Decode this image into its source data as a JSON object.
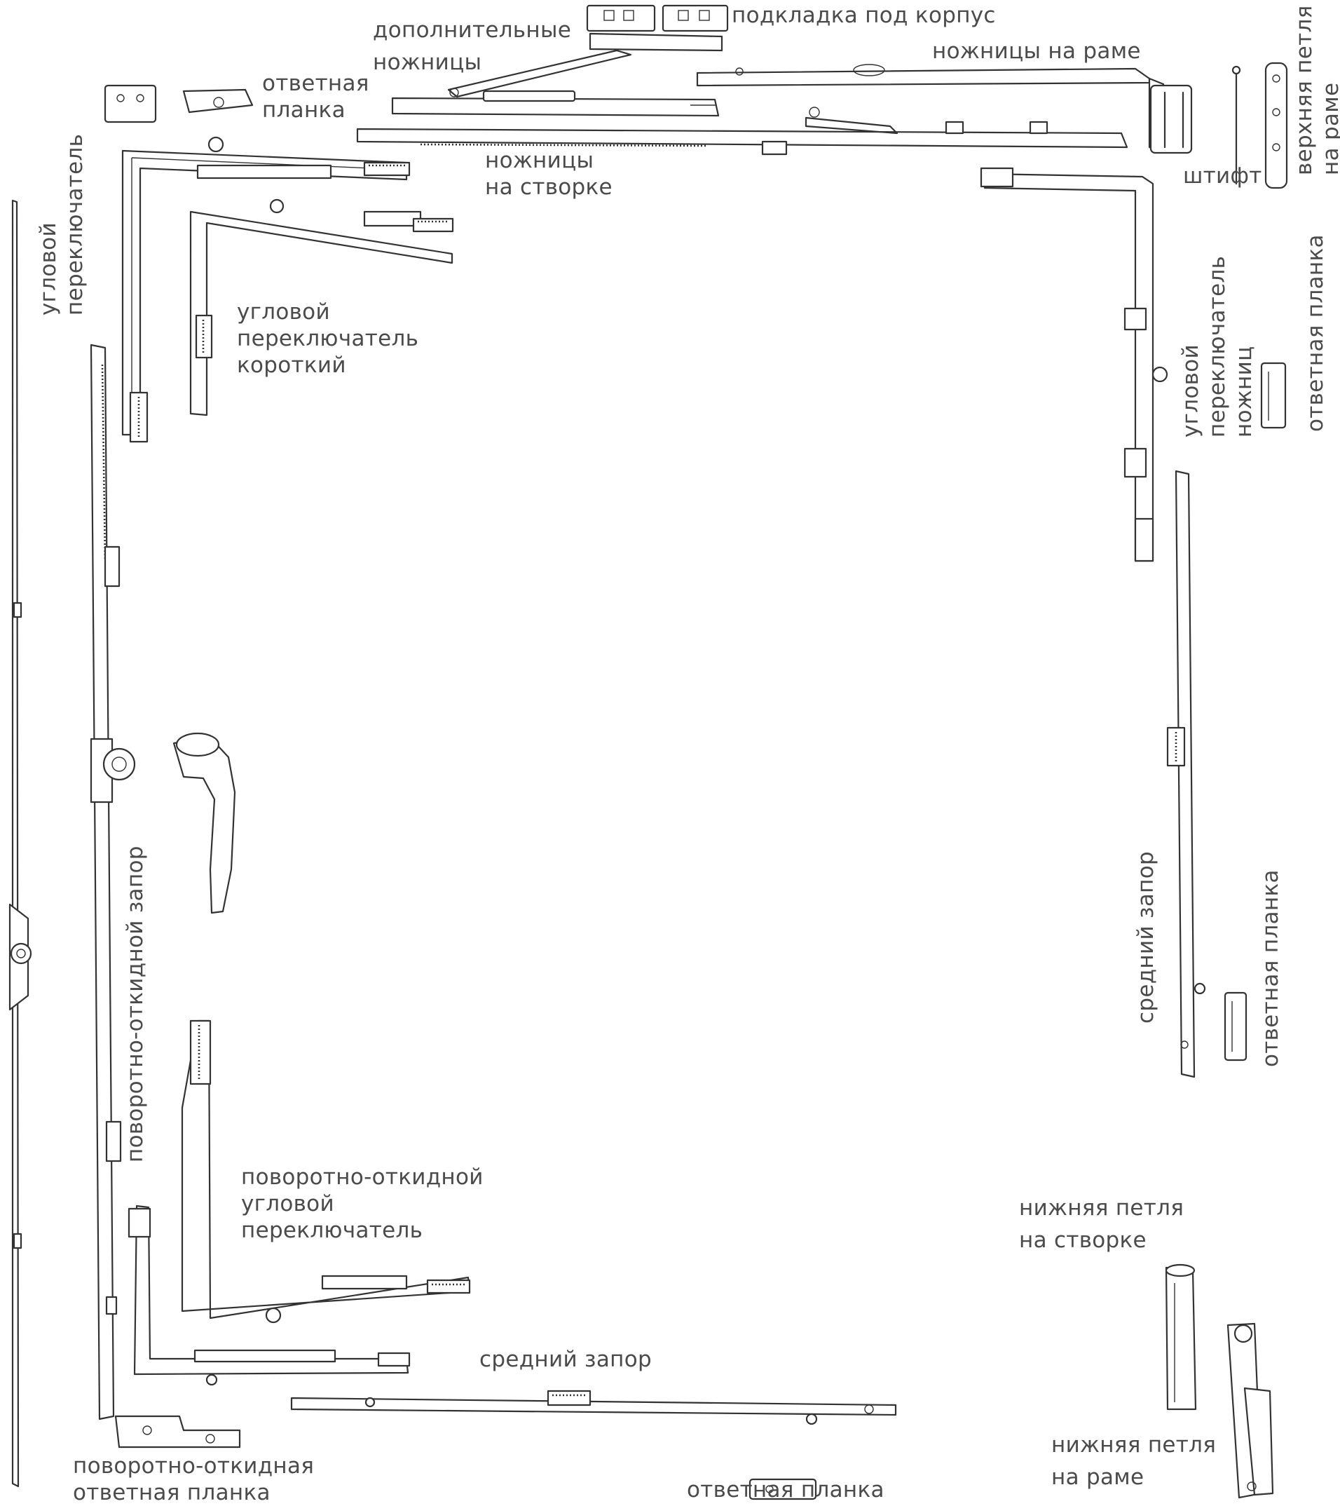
{
  "labels": {
    "podkladka": "подкладка под корпус",
    "dop_nozhnicy_1": "дополнительные",
    "dop_nozhnicy_2": "ножницы",
    "nozhnicy_rama": "ножницы на раме",
    "otvetnaya_top_1": "ответная",
    "otvetnaya_top_2": "планка",
    "nozhnicy_stvorka_1": "ножницы",
    "nozhnicy_stvorka_2": "на створке",
    "shtift": "штифт",
    "verhnyaya_petlya_1": "верхняя петля",
    "verhnyaya_petlya_2": "на раме",
    "uglovoy_left_1": "угловой",
    "uglovoy_left_2": "переключатель",
    "uglovoy_korotkiy_1": "угловой",
    "uglovoy_korotkiy_2": "переключатель",
    "uglovoy_korotkiy_3": "короткий",
    "uglovoy_nozhnic_1": "угловой",
    "uglovoy_nozhnic_2": "переключатель",
    "uglovoy_nozhnic_3": "ножниц",
    "otvetnaya_right_top": "ответная планка",
    "povorotno_zapor": "поворотно-откидной запор",
    "sredniy_right": "средний запор",
    "otvetnaya_right_mid": "ответная планка",
    "povorotno_uglovoy_1": "поворотно-откидной",
    "povorotno_uglovoy_2": "угловой",
    "povorotno_uglovoy_3": "переключатель",
    "nizhnyaya_stvorka_1": "нижняя петля",
    "nizhnyaya_stvorka_2": "на створке",
    "sredniy_bottom": "средний запор",
    "povorotno_otvetnaya_1": "поворотно-откидная",
    "povorotno_otvetnaya_2": "ответная планка",
    "otvetnaya_bottom": "ответная планка",
    "nizhnyaya_rama_1": "нижняя петля",
    "nizhnyaya_rama_2": "на раме"
  },
  "colors": {
    "text": "#4b4b4b",
    "stroke": "#333333",
    "background": "#ffffff"
  }
}
